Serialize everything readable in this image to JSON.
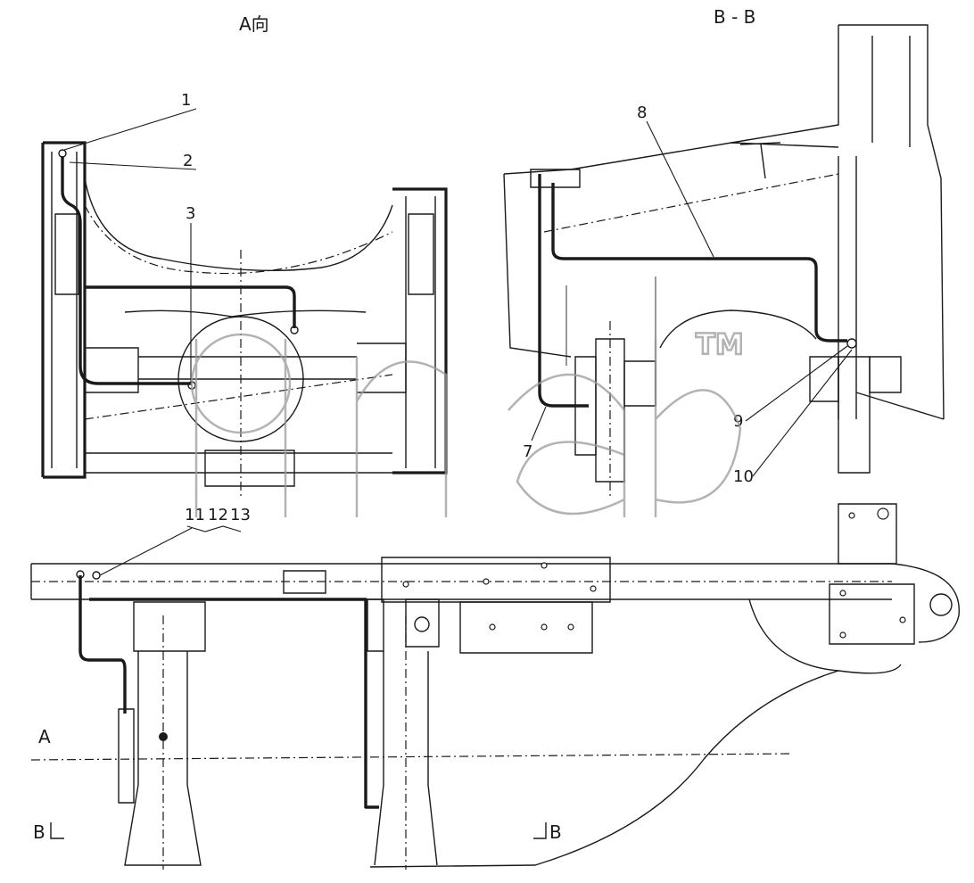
{
  "views": {
    "view_a_title": "A向",
    "section_bb_title": "B - B",
    "section_mark_a": "A",
    "section_mark_b_left": "B",
    "section_mark_b_right": "B"
  },
  "callouts": {
    "c1": "1",
    "c2": "2",
    "c3": "3",
    "c7": "7",
    "c8": "8",
    "c9": "9",
    "c10": "10",
    "c11": "11",
    "c12": "12",
    "c13": "13"
  },
  "watermark": {
    "tm": "TM"
  },
  "colors": {
    "line": "#1a1a1a",
    "watermark": "#9a9a9a",
    "background": "#ffffff"
  }
}
